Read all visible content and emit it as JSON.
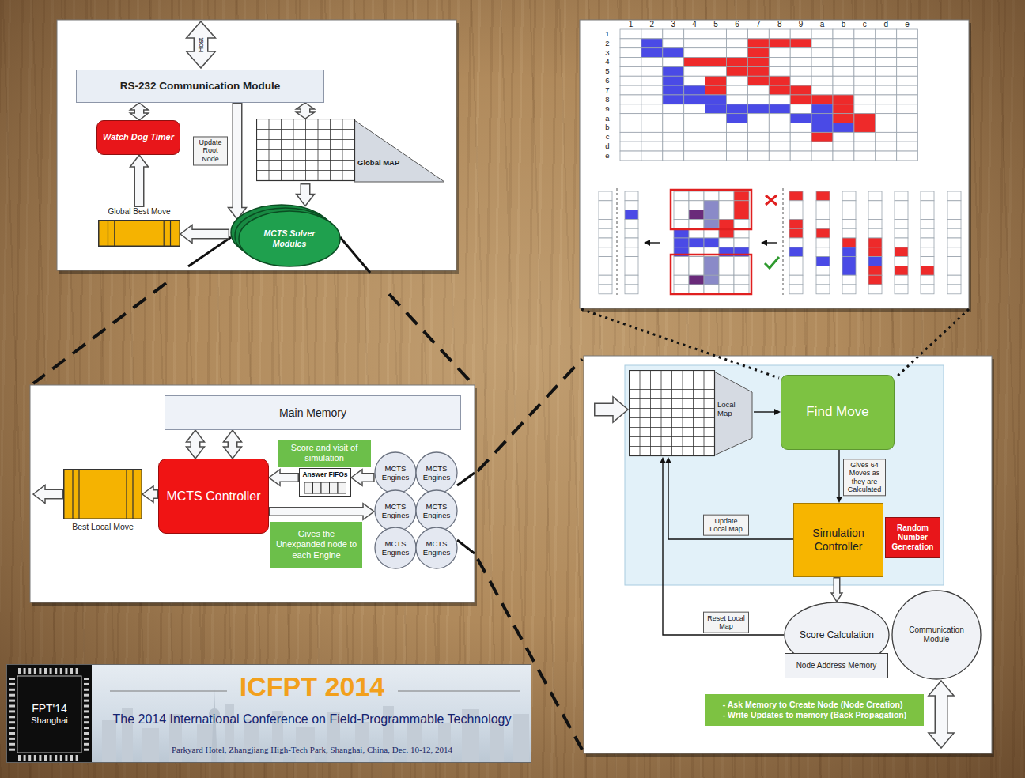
{
  "diagram": {
    "nodes": [
      {
        "text": [
          "RS-232 Communication Module"
        ]
      },
      {
        "text": [
          "Watch Dog Timer"
        ]
      },
      {
        "text": [
          "Global MAP"
        ]
      },
      {
        "text": [
          "MCTS Solver Modules"
        ]
      },
      {
        "text": [
          "Global Best Move"
        ]
      },
      {
        "text": [
          "Main Memory"
        ]
      },
      {
        "text": [
          "MCTS Controller"
        ]
      },
      {
        "text": [
          "Best Local Move"
        ]
      },
      {
        "text": [
          "Score and visit of simulation"
        ]
      },
      {
        "text": [
          "Answer FIFOs"
        ]
      },
      {
        "text": [
          "Gives the Unexpanded node to each Engine"
        ]
      },
      {
        "text": [
          "MCTS Engines"
        ]
      },
      {
        "text": [
          "MCTS Engines"
        ]
      },
      {
        "text": [
          "MCTS Engines"
        ]
      },
      {
        "text": [
          "MCTS Engines"
        ]
      },
      {
        "text": [
          "MCTS Engines"
        ]
      },
      {
        "text": [
          "MCTS Engines"
        ]
      },
      {
        "text": [
          "Local Map"
        ]
      },
      {
        "text": [
          "Find Move"
        ]
      },
      {
        "text": [
          "Simulation Controller"
        ]
      },
      {
        "text": [
          "Random Number Generation"
        ]
      },
      {
        "text": [
          "Score Calculation"
        ]
      },
      {
        "text": [
          "Node Address Memory"
        ]
      },
      {
        "text": [
          "Communication Module"
        ]
      },
      {
        "text": [
          "- Ask Memory to Create Node (Node Creation)",
          "- Write Updates to memory (Back Propagation)"
        ]
      },
      {
        "text": [
          "ICFPT 2014",
          "The 2014 International Conference on Field-Programmable Technology",
          "Parkyard Hotel, Zhangjiang High-Tech Park, Shanghai, China, Dec. 10-12, 2014"
        ]
      },
      {
        "text": [
          "FPT'14",
          "Shanghai"
        ],
        "in": 25
      }
    ],
    "edges": [
      {
        "from": 0,
        "to": 1,
        "arrow": "both"
      },
      {
        "from": 0,
        "to": 3,
        "label": "Update Root Node",
        "arrow": "to"
      },
      {
        "from": 0,
        "to": 2,
        "arrow": "both"
      },
      {
        "from": 2,
        "to": 3,
        "arrow": "to"
      },
      {
        "from": 3,
        "to": 4,
        "arrow": "to"
      },
      {
        "from": 4,
        "to": 1,
        "arrow": "to"
      },
      {
        "from": 5,
        "to": 6,
        "arrow": "both"
      },
      {
        "from": 5,
        "to": 6,
        "arrow": "both"
      },
      {
        "from": 6,
        "to": 7,
        "arrow": "to"
      },
      {
        "from": 11,
        "to": 9,
        "arrow": "to"
      },
      {
        "from": 9,
        "to": 6,
        "arrow": "to"
      },
      {
        "from": 6,
        "to": 13,
        "arrow": "to"
      },
      {
        "from": 17,
        "to": 18,
        "arrow": "to"
      },
      {
        "from": 18,
        "to": 19,
        "label": "Gives 64 Moves as they are Calculated",
        "arrow": "to"
      },
      {
        "from": 19,
        "to": 17,
        "label": "Update Local Map",
        "arrow": "to"
      },
      {
        "from": 19,
        "to": 21,
        "arrow": "to"
      },
      {
        "from": 21,
        "to": 17,
        "label": "Reset Local Map",
        "arrow": "to"
      }
    ],
    "labels": [
      "Host",
      "1",
      "2",
      "3",
      "4",
      "5",
      "6",
      "7",
      "8",
      "9",
      "a",
      "b",
      "c",
      "d",
      "e",
      "1",
      "2",
      "3",
      "4",
      "5",
      "6",
      "7",
      "8",
      "9",
      "a",
      "b",
      "c",
      "d",
      "e"
    ]
  }
}
